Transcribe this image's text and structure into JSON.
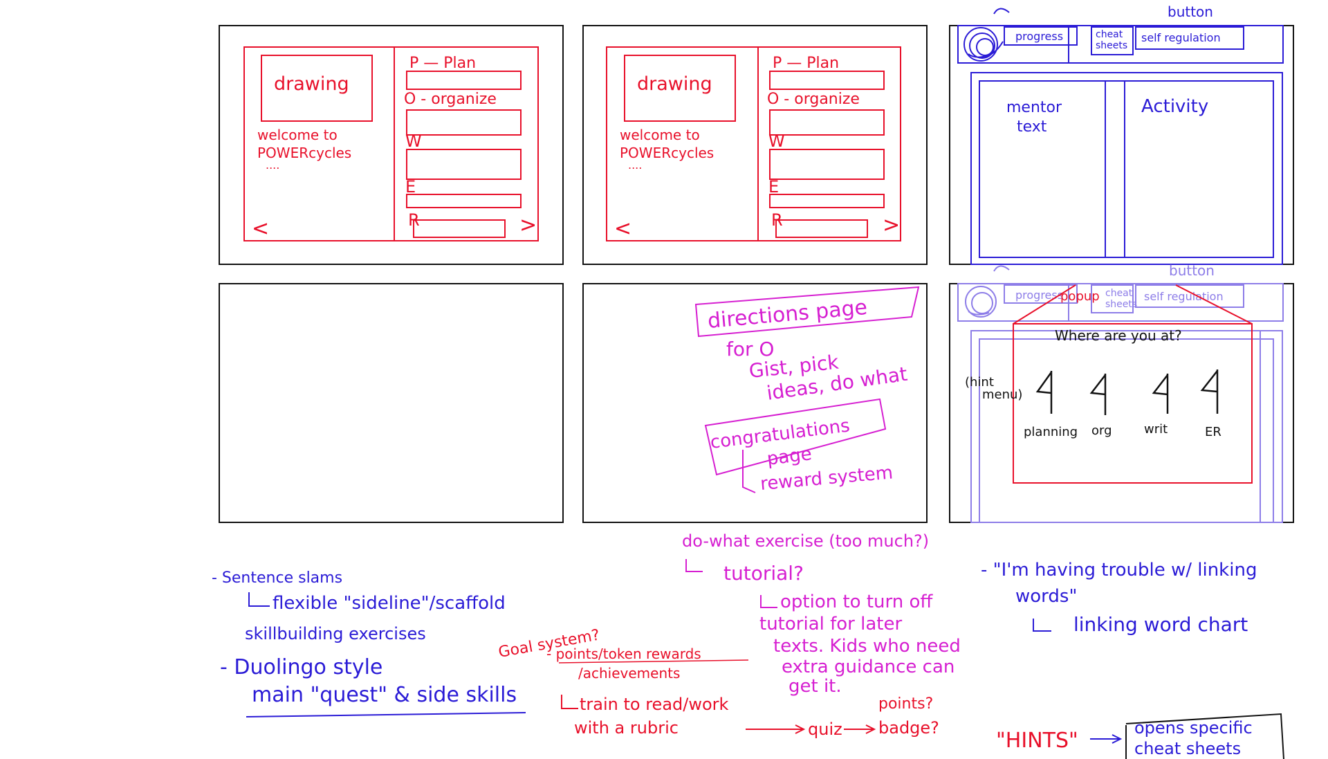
{
  "colors": {
    "frame": "#111111",
    "red": "#e8102a",
    "magenta": "#d61fd1",
    "blue": "#2a1bd6",
    "light_blue": "#8d7de8"
  },
  "panel1": {
    "drawing": "drawing",
    "welcome_1": "welcome to",
    "welcome_2": "POWERcycles",
    "ellipsis": "....",
    "prev": "<",
    "next": ">",
    "plan": "P — Plan",
    "organize": "O - organize",
    "w": "W",
    "e": "E",
    "r": "R"
  },
  "panel2": {
    "drawing": "drawing",
    "welcome_1": "welcome to",
    "welcome_2": "POWERcycles",
    "ellipsis": "....",
    "prev": "<",
    "next": ">",
    "plan": "P — Plan",
    "organize": "O - organize",
    "w": "W",
    "e": "E",
    "r": "R"
  },
  "panel3": {
    "button_note": "button",
    "progress": "progress",
    "cheat_1": "cheat",
    "cheat_2": "sheets",
    "self_regulation": "self regulation",
    "mentor_1": "mentor",
    "mentor_2": "text",
    "activity": "Activity"
  },
  "panel6": {
    "button_note": "button",
    "progress": "progress",
    "cheat_1": "cheat",
    "cheat_2": "sheets",
    "self_regulation": "self regulation",
    "popup": "popup",
    "question": "Where are you at?",
    "hint_1": "(hint",
    "hint_2": "menu)",
    "flags": [
      "planning",
      "org",
      "writ",
      "ER"
    ]
  },
  "middle_notes": {
    "directions": "directions page",
    "for_o": "for O",
    "gist_1": "Gist, pick",
    "gist_2": "ideas, do what",
    "congrats_1": "congratulations",
    "congrats_2": "page",
    "reward": "reward system"
  },
  "bottom_left": {
    "sentence_slams": "- Sentence slams",
    "flexible": "flexible \"sideline\"/scaffold",
    "skillbuilding": "skillbuilding exercises",
    "duolingo": "- Duolingo style",
    "quest": "main \"quest\" & side skills"
  },
  "goal": {
    "title": "Goal system?",
    "points": "- points/token rewards",
    "achievements": "/achievements",
    "train_1": "train to read/work",
    "train_2": "with a rubric",
    "quiz": "quiz",
    "points_q": "points?",
    "badge": "badge?"
  },
  "tutorial": {
    "do_what": "do-what exercise (too much?)",
    "tutorial": "tutorial?",
    "option": "option to turn off",
    "line2": "tutorial for later",
    "line3": "texts. Kids who need",
    "line4": "extra guidance can",
    "line5": "get it."
  },
  "right_notes": {
    "trouble_1": "- \"I'm having trouble w/ linking",
    "trouble_2": "words\"",
    "chart": "linking word chart",
    "hints": "\"HINTS\"",
    "opens_1": "opens specific",
    "opens_2": "cheat sheets"
  }
}
